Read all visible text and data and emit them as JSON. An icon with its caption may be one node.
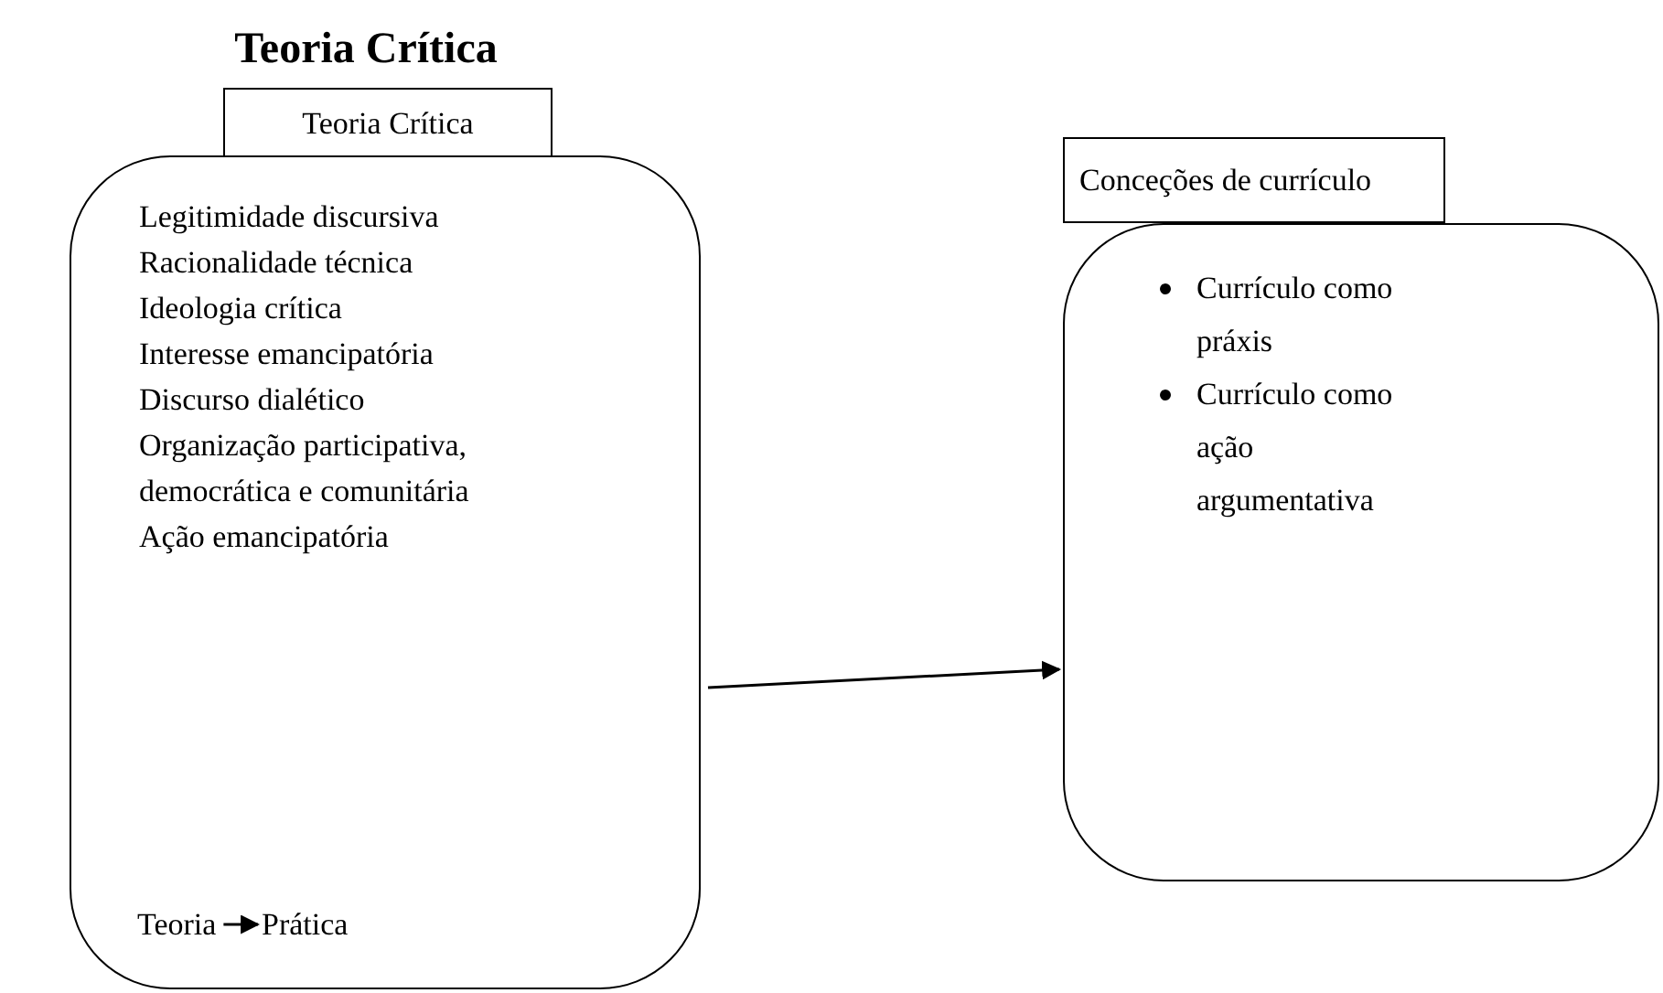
{
  "diagram": {
    "title": "Teoria Crítica",
    "nodes": [
      {
        "text": [
          "Teoria Crítica"
        ]
      },
      {
        "text": [
          "Legitimidade discursiva",
          "Racionalidade técnica",
          "Ideologia crítica",
          "Interesse emancipatória",
          "Discurso dialético",
          "Organização participativa, democrática e comunitária",
          "Ação emancipatória"
        ]
      },
      {
        "text": [
          "Teoria"
        ],
        "in": 1
      },
      {
        "text": [
          "Prática"
        ],
        "in": 1
      },
      {
        "text": [
          "Conceções de currículo"
        ]
      },
      {
        "text": [
          "Currículo como práxis",
          "Currículo como ação argumentativa"
        ]
      }
    ],
    "edges": [
      {
        "from": 2,
        "to": 3,
        "arrow": "to"
      },
      {
        "from": 1,
        "to": 5,
        "arrow": "to"
      }
    ]
  }
}
